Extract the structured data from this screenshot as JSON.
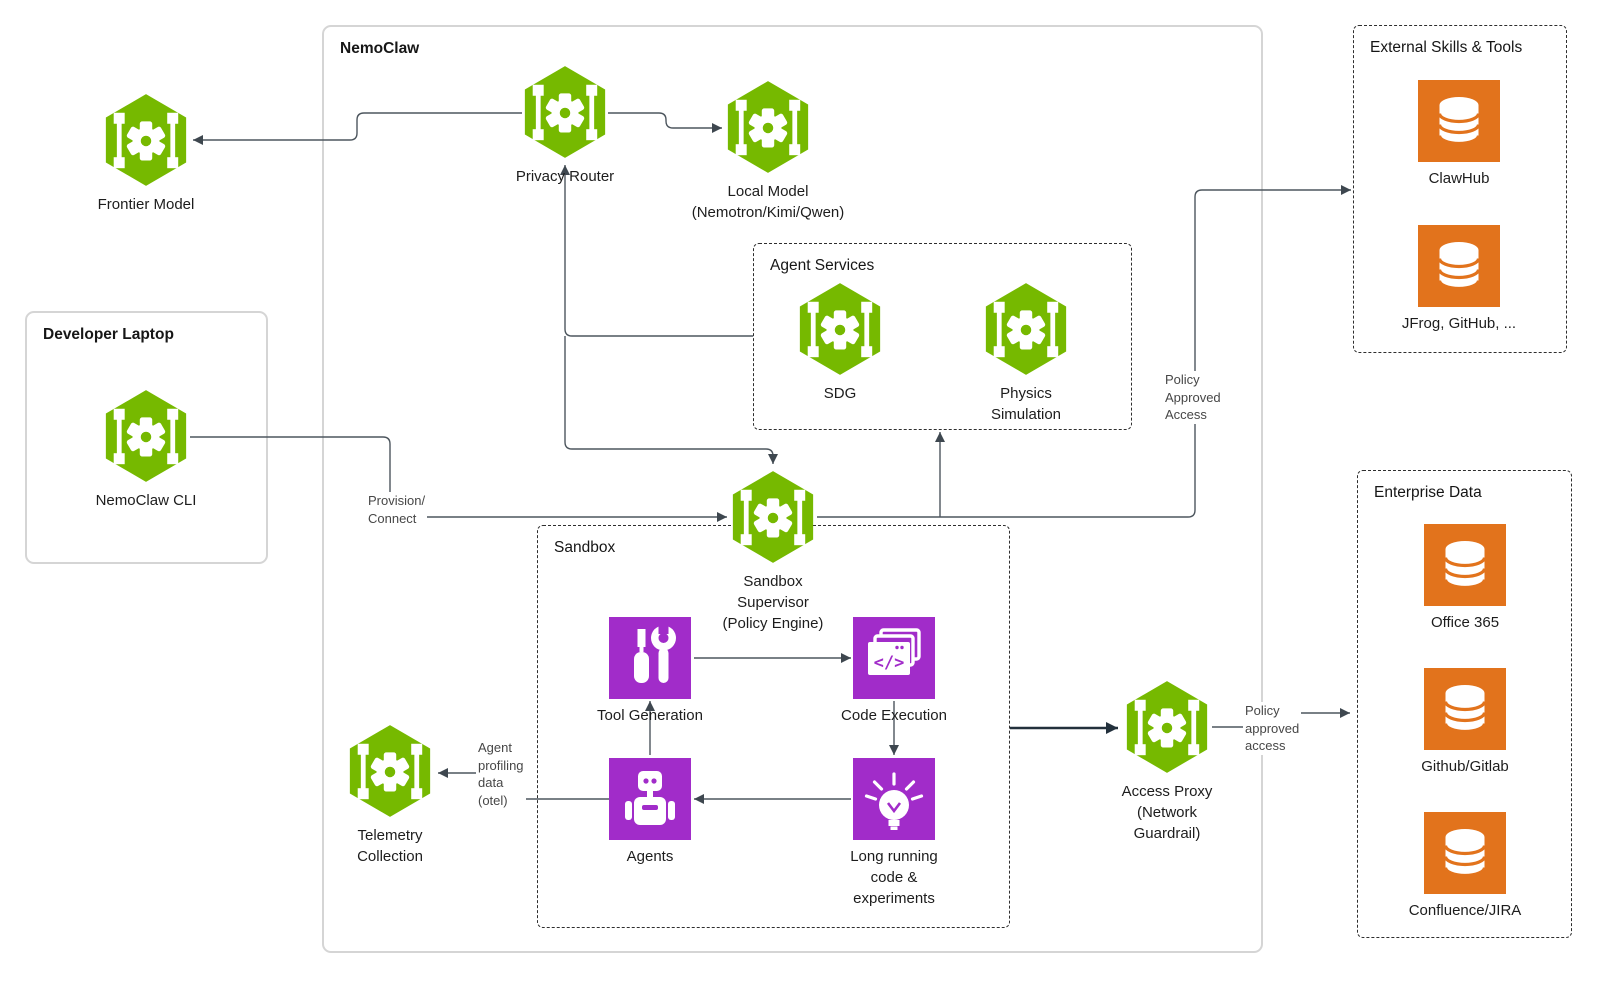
{
  "colors": {
    "nvidia_green": "#76B900",
    "purple": "#A12CC9",
    "orange": "#E2731C",
    "solid_box_border": "#D5D5D5",
    "dashed_box_border": "#2E2E2E",
    "connector_line": "#4D565E",
    "thick_connector": "#22303C"
  },
  "groups": {
    "nemoclaw": {
      "label": "NemoClaw"
    },
    "developer_laptop": {
      "label": "Developer Laptop"
    },
    "agent_services": {
      "label": "Agent Services"
    },
    "sandbox": {
      "label": "Sandbox"
    },
    "external_skills_tools": {
      "label": "External Skills & Tools"
    },
    "enterprise_data": {
      "label": "Enterprise Data"
    }
  },
  "nodes": {
    "frontier_model": {
      "label": "Frontier Model",
      "icon": "nim-hexagon"
    },
    "privacy_router": {
      "label": "Privacy Router",
      "icon": "nim-hexagon"
    },
    "local_model": {
      "label": "Local Model\n(Nemotron/Kimi/Qwen)",
      "icon": "nim-hexagon"
    },
    "sdg": {
      "label": "SDG",
      "icon": "nim-hexagon"
    },
    "physics_simulation": {
      "label": "Physics\nSimulation",
      "icon": "nim-hexagon"
    },
    "nemoclaw_cli": {
      "label": "NemoClaw CLI",
      "icon": "nim-hexagon"
    },
    "sandbox_supervisor": {
      "label": "Sandbox\nSupervisor\n(Policy Engine)",
      "icon": "nim-hexagon"
    },
    "telemetry_collection": {
      "label": "Telemetry\nCollection",
      "icon": "nim-hexagon"
    },
    "access_proxy": {
      "label": "Access Proxy\n(Network\nGuardrail)",
      "icon": "nim-hexagon"
    },
    "tool_generation": {
      "label": "Tool Generation",
      "icon": "tools"
    },
    "code_execution": {
      "label": "Code Execution",
      "icon": "code-window"
    },
    "agents": {
      "label": "Agents",
      "icon": "robot"
    },
    "long_running": {
      "label": "Long running\ncode &\nexperiments",
      "icon": "lightbulb"
    },
    "clawhub": {
      "label": "ClawHub",
      "icon": "database"
    },
    "jfrog_github": {
      "label": "JFrog, GitHub, ...",
      "icon": "database"
    },
    "office365": {
      "label": "Office 365",
      "icon": "database"
    },
    "github_gitlab": {
      "label": "Github/Gitlab",
      "icon": "database"
    },
    "confluence_jira": {
      "label": "Confluence/JIRA",
      "icon": "database"
    }
  },
  "edge_labels": {
    "provision_connect": "Provision/\nConnect",
    "policy_approved_access_top": "Policy\nApproved\nAccess",
    "agent_profiling_data": "Agent\nprofiling\ndata\n(otel)",
    "policy_approved_access_bottom": "Policy\napproved\naccess"
  }
}
